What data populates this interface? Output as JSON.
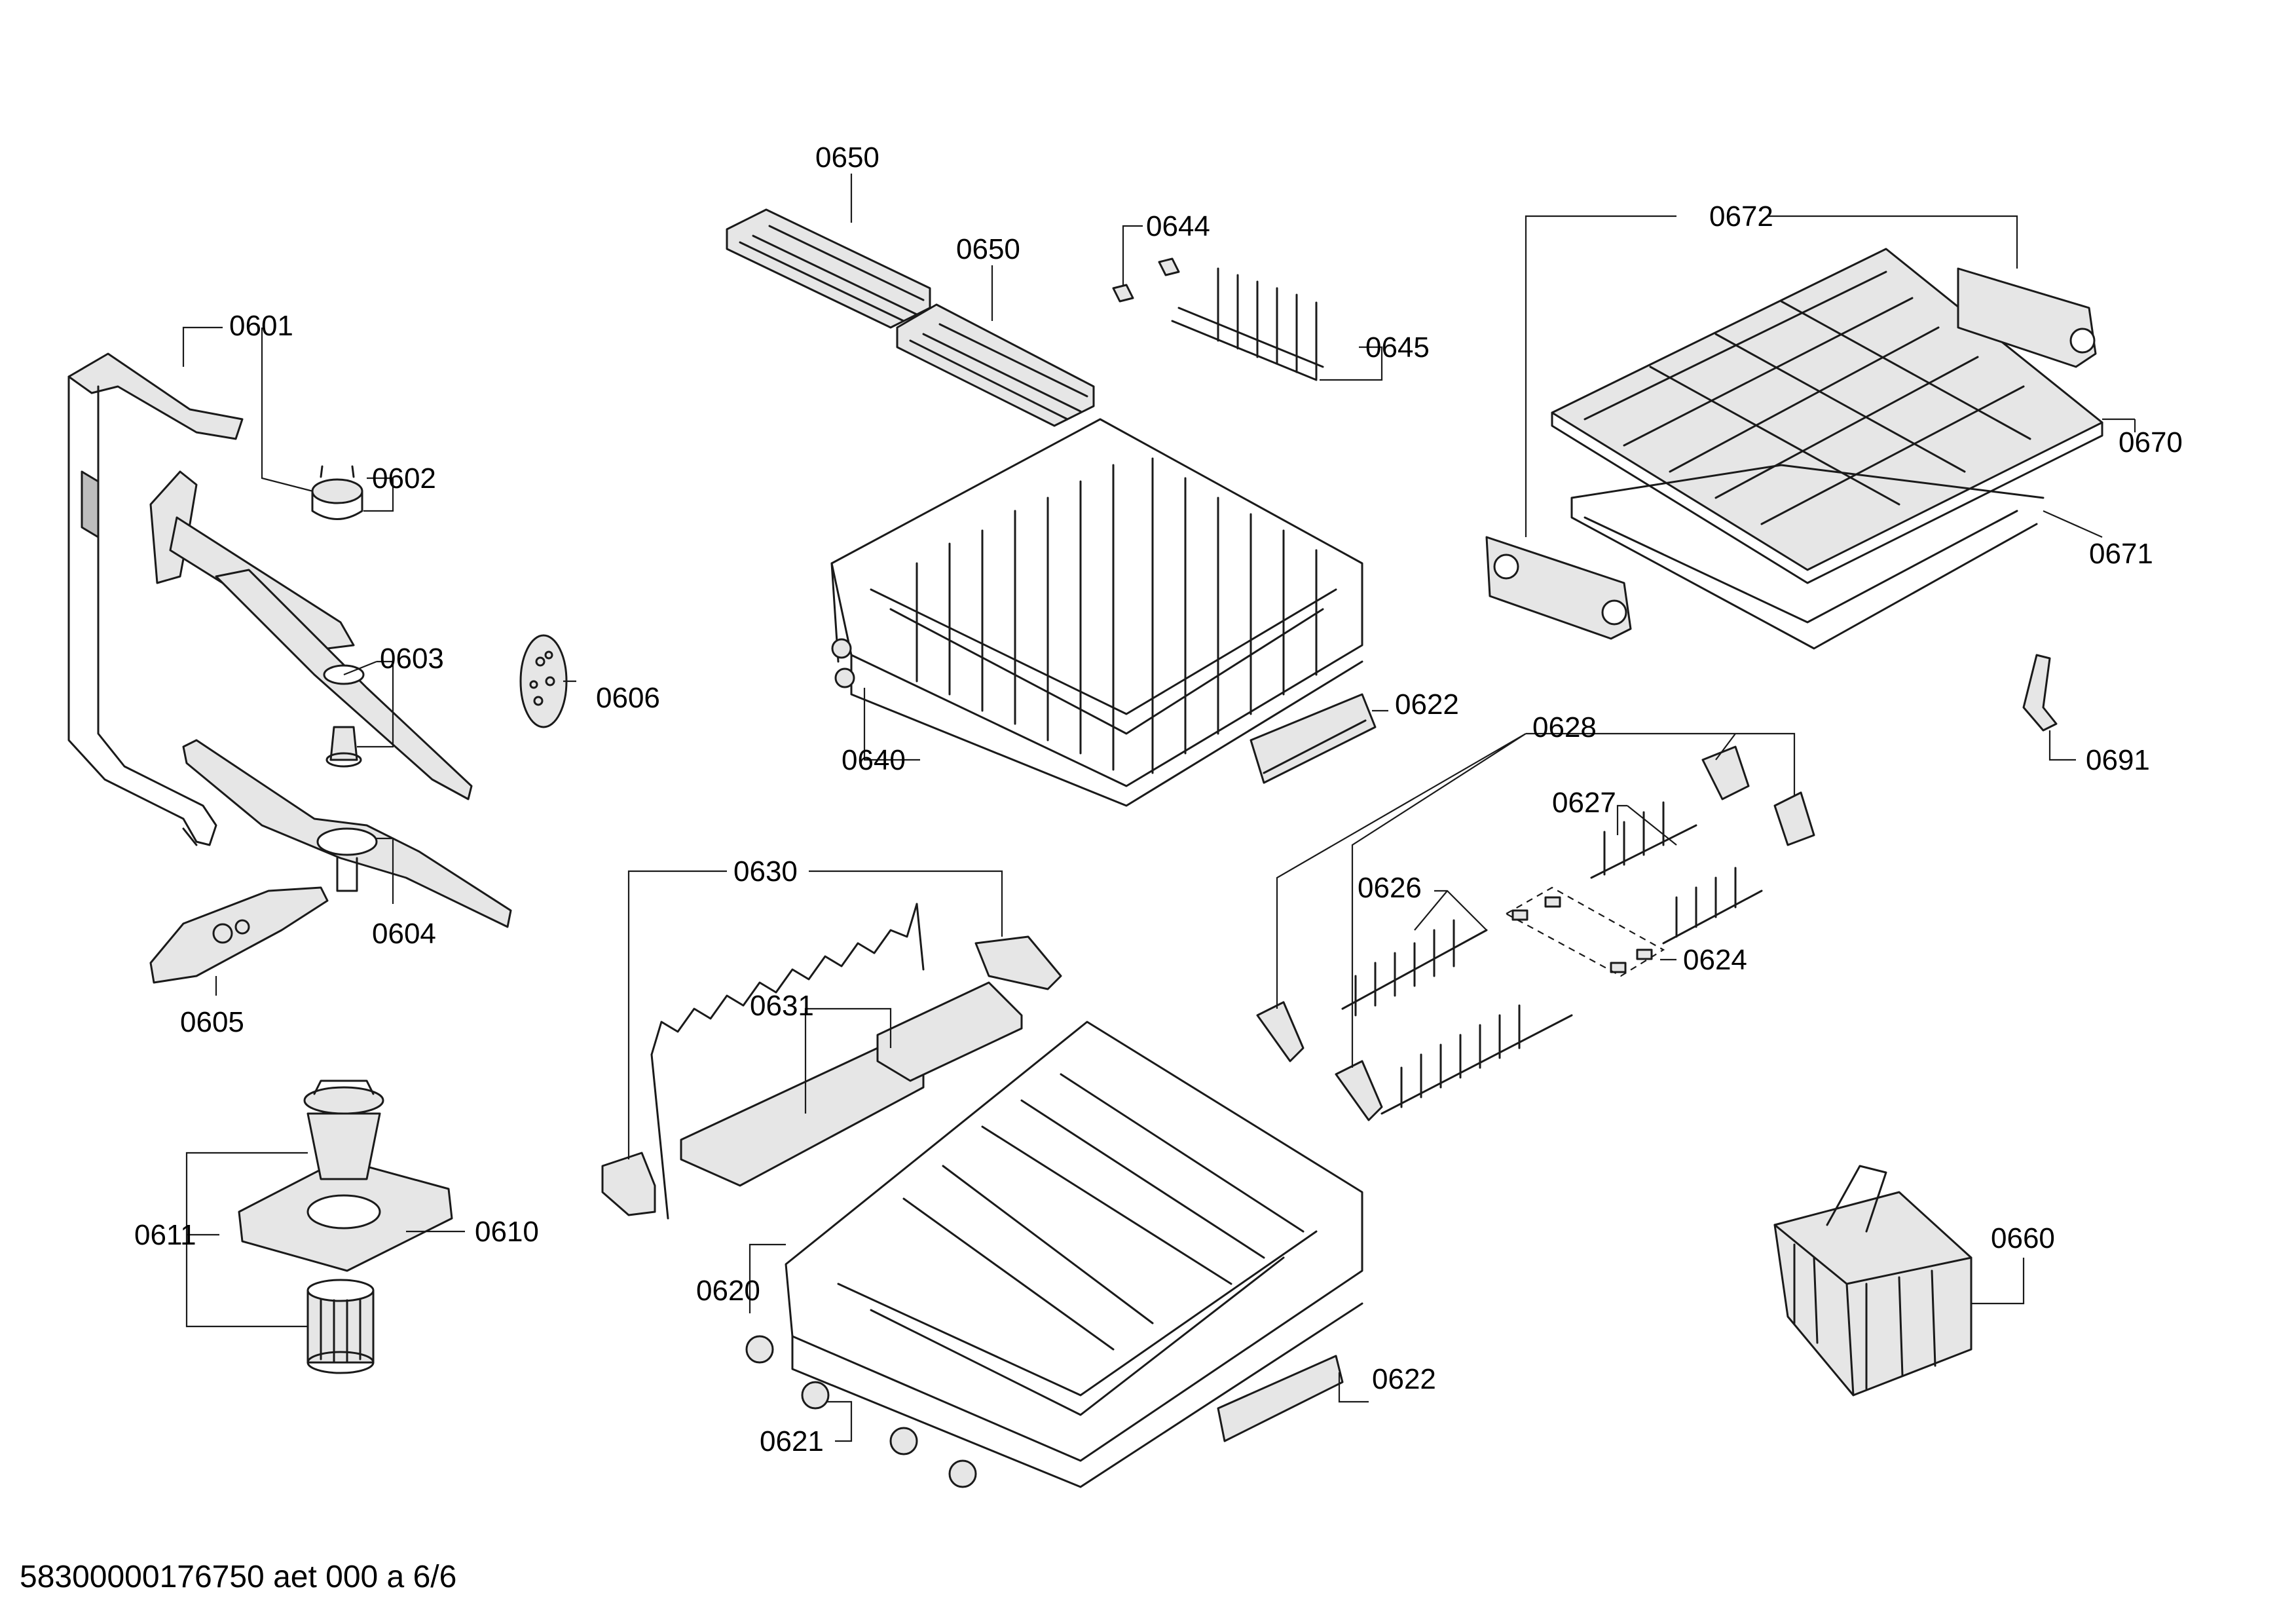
{
  "document": {
    "footer_code": "58300000176750 aet 000 a 6/6"
  },
  "callouts": {
    "c0601": "0601",
    "c0602": "0602",
    "c0603": "0603",
    "c0604": "0604",
    "c0605": "0605",
    "c0606": "0606",
    "c0610": "0610",
    "c0611": "0611",
    "c0620": "0620",
    "c0621": "0621",
    "c0622a": "0622",
    "c0622b": "0622",
    "c0624": "0624",
    "c0626": "0626",
    "c0627": "0627",
    "c0628": "0628",
    "c0630": "0630",
    "c0631": "0631",
    "c0640": "0640",
    "c0644": "0644",
    "c0645": "0645",
    "c0650a": "0650",
    "c0650b": "0650",
    "c0660": "0660",
    "c0670": "0670",
    "c0671": "0671",
    "c0672": "0672",
    "c0691": "0691"
  }
}
